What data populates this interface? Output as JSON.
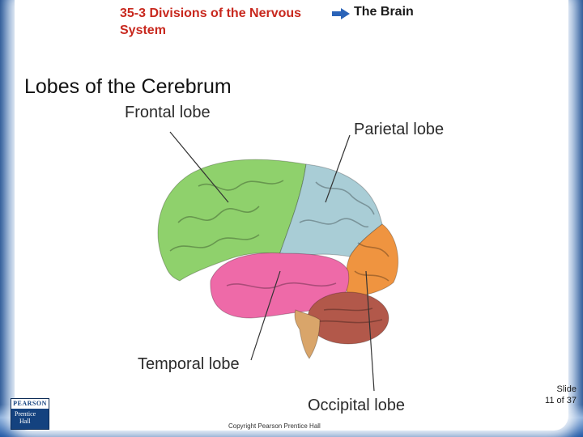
{
  "header": {
    "section_title": "35-3 Divisions of the Nervous System",
    "topic": "The Brain"
  },
  "slide": {
    "heading": "Lobes of the Cerebrum"
  },
  "figure": {
    "labels": {
      "frontal": "Frontal lobe",
      "parietal": "Parietal lobe",
      "temporal": "Temporal lobe",
      "occipital": "Occipital lobe"
    },
    "colors": {
      "frontal": "#8fd16c",
      "parietal": "#a9cdd6",
      "temporal": "#ee6aa8",
      "occipital": "#ef9440",
      "cerebellum": "#b2584a",
      "brainstem": "#d9a56a"
    }
  },
  "footer": {
    "slide_number_line1": "Slide",
    "slide_number_line2": "11 of 37",
    "copyright": "Copyright Pearson Prentice Hall",
    "logo_top": "PEARSON",
    "logo_bottom_1": "Prentice",
    "logo_bottom_2": "Hall"
  }
}
